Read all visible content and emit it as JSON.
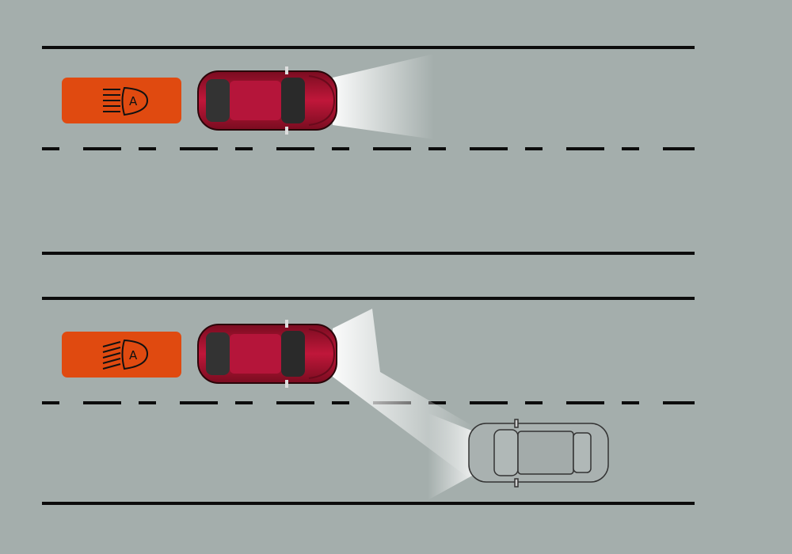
{
  "scene": {
    "top": {
      "indicator_label": "A",
      "indicator_icon": "auto-high-beam-icon",
      "beam": "high-beam"
    },
    "bottom": {
      "indicator_label": "A",
      "indicator_icon": "auto-low-beam-icon",
      "beam": "low-beam"
    }
  },
  "colors": {
    "road": "#a4aeac",
    "indicator": "#e04a10",
    "car_red": "#a8122e",
    "car_grey": "#a9b1b0",
    "lane_line": "#0c0c0c"
  }
}
